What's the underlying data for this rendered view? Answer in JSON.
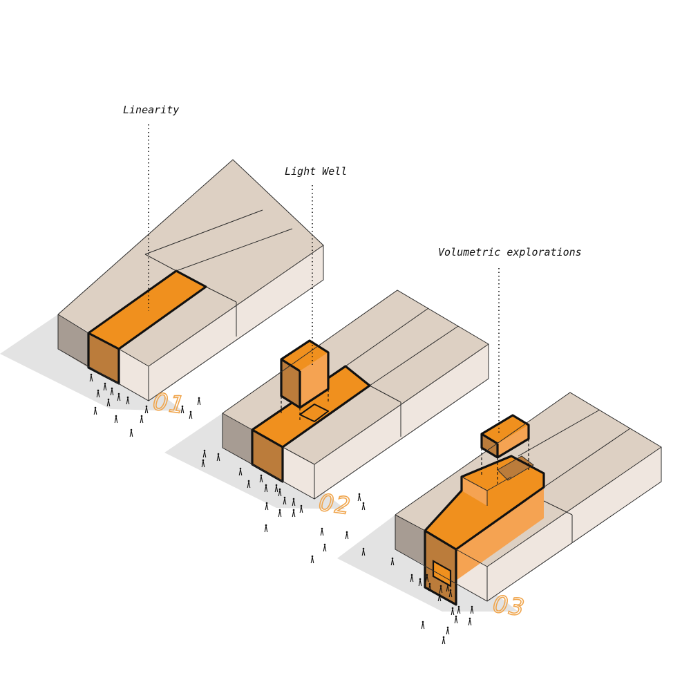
{
  "colors": {
    "top": "#ddd0c3",
    "left": "#a79c93",
    "right": "#efe6df",
    "accent_top": "#f0901e",
    "accent_left": "#bb7c3b",
    "accent_right": "#f5a352",
    "shadow": "#e3e3e3",
    "number": "#f0a54c"
  },
  "annotations": {
    "linearity": "Linearity",
    "light_well": "Light Well",
    "volumetric": "Volumetric explorations"
  },
  "steps": {
    "one": "01",
    "two": "02",
    "three": "03"
  },
  "icons": [
    "person-figure-icon"
  ]
}
